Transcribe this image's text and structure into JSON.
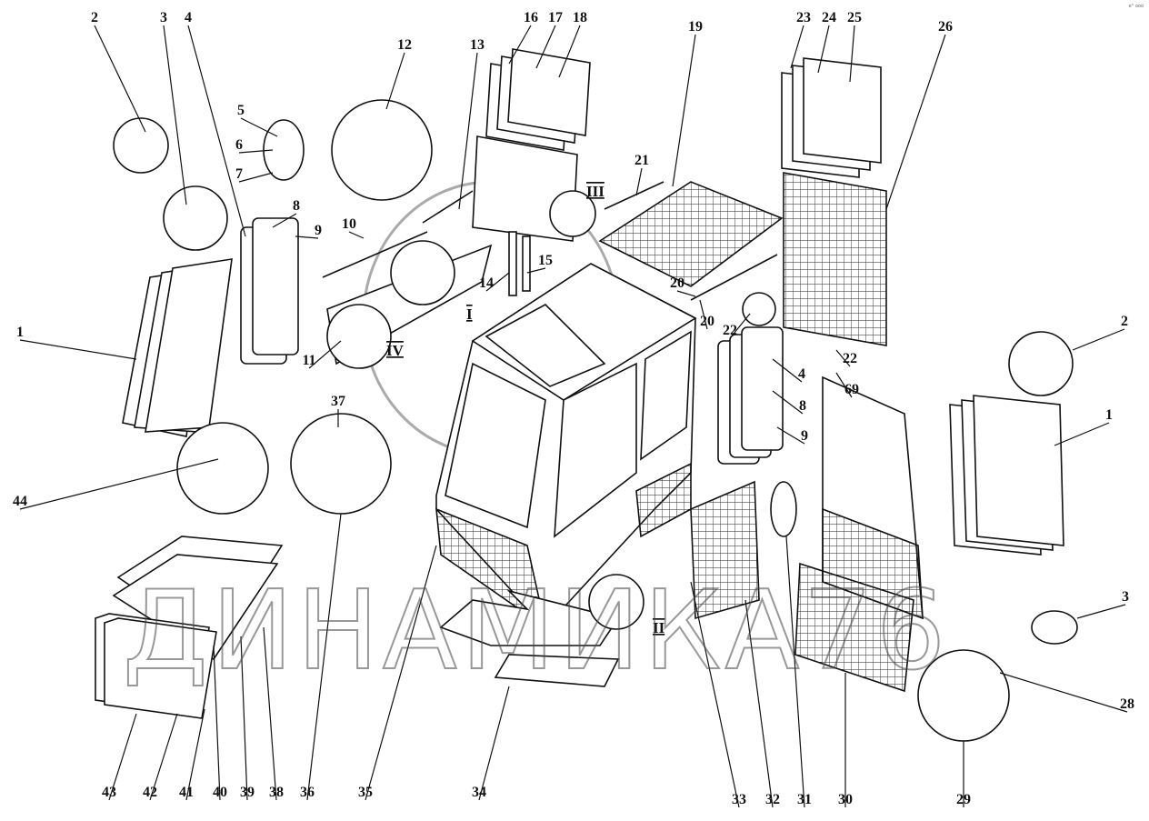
{
  "diagram": {
    "title": "Cab exploded view",
    "part_labels": [
      "1",
      "2",
      "3",
      "4",
      "5",
      "6",
      "7",
      "8",
      "9",
      "10",
      "11",
      "12",
      "13",
      "14",
      "15",
      "16",
      "17",
      "18",
      "19",
      "20",
      "21",
      "22",
      "22",
      "23",
      "24",
      "25",
      "26",
      "4",
      "8",
      "9",
      "69",
      "2",
      "1",
      "3",
      "28",
      "29",
      "30",
      "31",
      "32",
      "33",
      "34",
      "35",
      "36",
      "37",
      "38",
      "39",
      "40",
      "41",
      "42",
      "43",
      "44",
      "20"
    ],
    "detail_views": [
      "I",
      "IV",
      "III",
      "II"
    ],
    "watermark": "ДИНАМИКА76",
    "corner_mark": "e° ooo"
  }
}
